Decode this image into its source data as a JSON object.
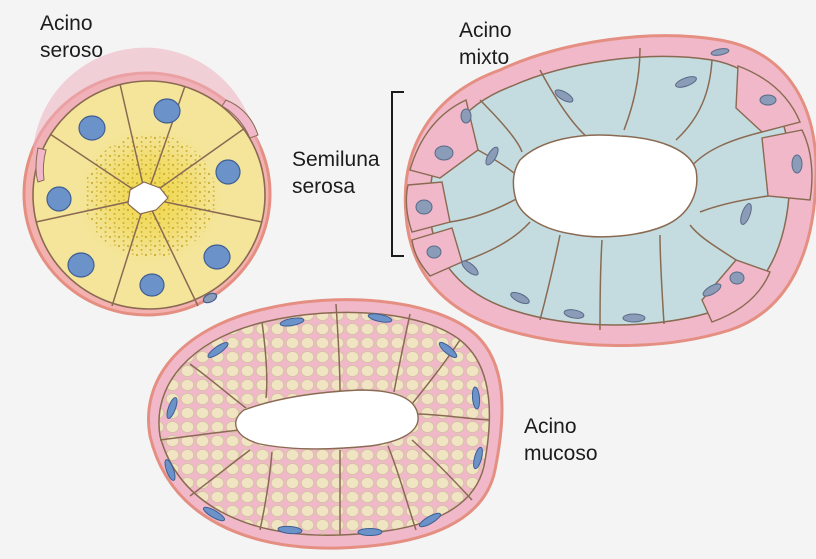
{
  "labels": {
    "acino_seroso": "Acino\nseroso",
    "acino_mixto": "Acino\nmixto",
    "semiluna_serosa": "Semiluna\nserosa",
    "acino_mucoso": "Acino\nmucoso"
  },
  "colors": {
    "background": "#f4f4f4",
    "serous_cell": "#f4e59a",
    "serous_granules": "#e8cc33",
    "serous_nucleus": "#6b93c9",
    "mucous_cell": "#f4e8c4",
    "mucous_vacuole": "#dcd0b0",
    "mucous_nucleus": "#6b93c9",
    "mixed_mucous_cell": "#c4dcdf",
    "demilune_cell": "#f0b8c8",
    "demilune_nucleus": "#8a9cb8",
    "cell_border": "#8a6a52",
    "basement_membrane": "#e89b8e"
  }
}
